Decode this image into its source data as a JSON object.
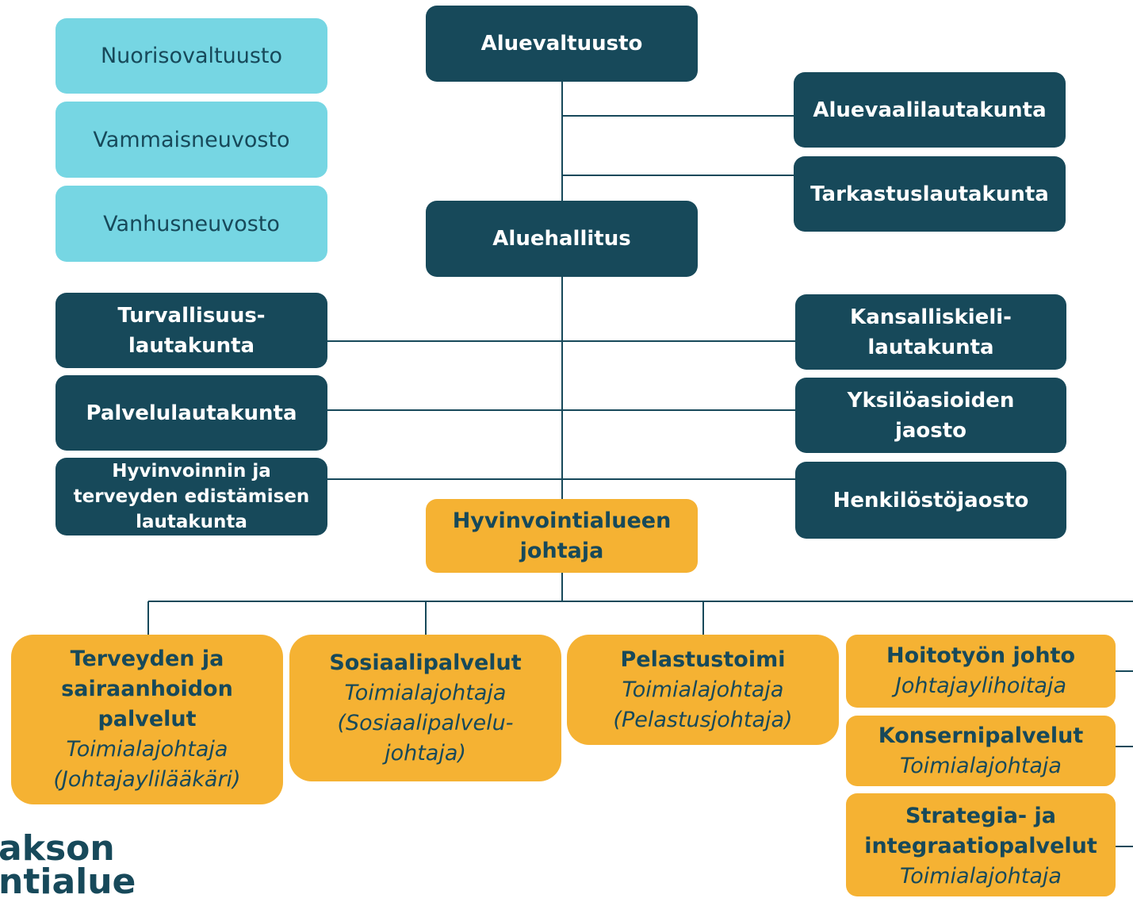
{
  "councils": [
    "Nuorisovaltuusto",
    "Vammaisneuvosto",
    "Vanhusneuvosto"
  ],
  "top": {
    "council": "Aluevaltuusto",
    "board": "Aluehallitus",
    "election_board": "Aluevaalilautakunta",
    "audit_board": "Tarkastuslautakunta"
  },
  "left_boards": [
    [
      "Turvallisuus-",
      "lautakunta"
    ],
    [
      "Palvelulautakunta"
    ],
    [
      "Hyvinvoinnin ja",
      "terveyden edistämisen",
      "lautakunta"
    ]
  ],
  "right_boards": [
    [
      "Kansalliskieli-",
      "lautakunta"
    ],
    [
      "Yksilöasioiden",
      "jaosto"
    ],
    [
      "Henkilöstöjaosto"
    ]
  ],
  "director": [
    "Hyvinvointialueen",
    "johtaja"
  ],
  "divisions": [
    {
      "title": [
        "Terveyden ja",
        "sairaanhoidon",
        "palvelut"
      ],
      "role": [
        "Toimialajohtaja",
        "(Johtajaylilääkäri)"
      ]
    },
    {
      "title": [
        "Sosiaalipalvelut"
      ],
      "role": [
        "Toimialajohtaja",
        "(Sosiaalipalvelu-",
        "johtaja)"
      ]
    },
    {
      "title": [
        "Pelastustoimi"
      ],
      "role": [
        "Toimialajohtaja",
        "(Pelastusjohtaja)"
      ]
    }
  ],
  "right_units": [
    {
      "title": [
        "Hoitotyön johto"
      ],
      "role": [
        "Johtajaylihoitaja"
      ]
    },
    {
      "title": [
        "Konsernipalvelut"
      ],
      "role": [
        "Toimialajohtaja"
      ]
    },
    {
      "title": [
        "Strategia- ja",
        "integraatiopalvelut"
      ],
      "role": [
        "Toimialajohtaja"
      ]
    }
  ],
  "logo": [
    "akson",
    "ntialue"
  ]
}
